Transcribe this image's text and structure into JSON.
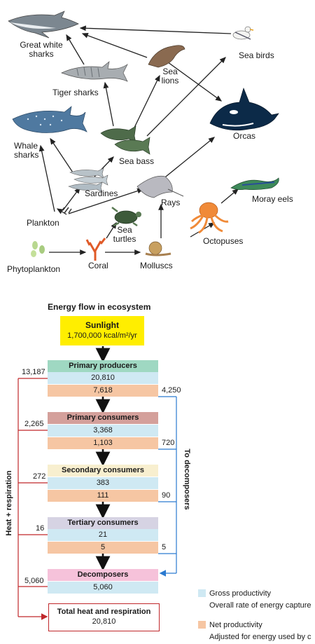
{
  "food_web": {
    "nodes": {
      "great_white": "Great white\nsharks",
      "sea_birds": "Sea birds",
      "sea_lions": "Sea\nlions",
      "tiger_sharks": "Tiger sharks",
      "orcas": "Orcas",
      "whale_sharks": "Whale\nsharks",
      "sea_bass": "Sea bass",
      "sardines": "Sardines",
      "rays": "Rays",
      "moray_eels": "Moray eels",
      "plankton": "Plankton",
      "sea_turtles": "Sea\nturtles",
      "octopuses": "Octopuses",
      "phytoplankton": "Phytoplankton",
      "coral": "Coral",
      "molluscs": "Molluscs"
    }
  },
  "energy_flow": {
    "title": "Energy flow in ecosystem",
    "sunlight": {
      "label": "Sunlight",
      "value": "1,700,000 kcal/m²/yr"
    },
    "levels": [
      {
        "name": "Primary producers",
        "gross": "20,810",
        "net": "7,618",
        "heat": "13,187",
        "decomp": "4,250",
        "color": "#9fd8c2"
      },
      {
        "name": "Primary consumers",
        "gross": "3,368",
        "net": "1,103",
        "heat": "2,265",
        "decomp": "720",
        "color": "#d4a09b"
      },
      {
        "name": "Secondary consumers",
        "gross": "383",
        "net": "111",
        "heat": "272",
        "decomp": "90",
        "color": "#f8efcf"
      },
      {
        "name": "Tertiary consumers",
        "gross": "21",
        "net": "5",
        "heat": "16",
        "decomp": "5",
        "color": "#d6d3e3"
      }
    ],
    "decomposers": {
      "name": "Decomposers",
      "gross": "5,060",
      "heat": "5,060",
      "color": "#f6c2da"
    },
    "total": {
      "label": "Total heat and respiration",
      "value": "20,810"
    },
    "side_left": "Heat + respiration",
    "side_right": "To decomposers",
    "legend": [
      {
        "title": "Gross productivity",
        "desc": "Overall rate of energy capture",
        "color": "#cfe9f3"
      },
      {
        "title": "Net productivity",
        "desc": "Adjusted for energy used by c",
        "color": "#f6c6a3"
      }
    ]
  }
}
